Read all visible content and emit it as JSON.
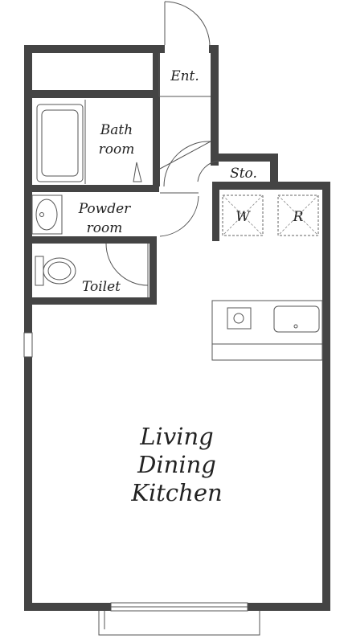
{
  "rooms": {
    "entrance": "Ent.",
    "bath_line1": "Bath",
    "bath_line2": "room",
    "storage": "Sto.",
    "powder_line1": "Powder",
    "powder_line2": "room",
    "washer": "W",
    "refrigerator": "R",
    "toilet": "Toilet",
    "ldk_line1": "Living",
    "ldk_line2": "Dining",
    "ldk_line3": "Kitchen"
  }
}
